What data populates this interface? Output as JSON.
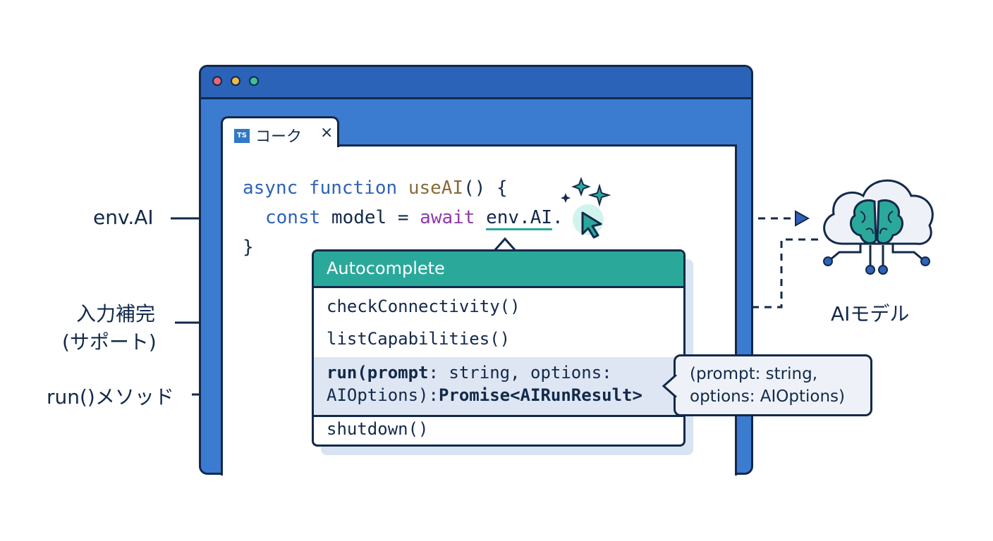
{
  "window": {
    "tab_icon": "TS",
    "tab_label": "コーク",
    "tab_close": "×"
  },
  "code": {
    "line1_kw": "async function",
    "line1_fn": "useAI",
    "line1_rest": "() {",
    "line2_kw": "const",
    "line2_mid": " model = ",
    "line2_await": "await",
    "line2_env": "env.AI",
    "line2_dot": ".",
    "line3": "}"
  },
  "autocomplete": {
    "title": "Autocomplete",
    "items": [
      "checkConnectivity()",
      "listCapabilities()",
      "shutdown()"
    ],
    "selected": {
      "line1_bold": "run(prompt",
      "line1_rest": ": string, options:",
      "line2_rest": "AIOptions):",
      "line2_bold": "Promise<AIRunResult>"
    }
  },
  "tooltip": {
    "line1": "(prompt: string,",
    "line2": "options: AIOptions)"
  },
  "labels": {
    "env_ai": "env.AI",
    "input_completion_line1": "入力補完",
    "input_completion_line2": "(サポート)",
    "run_method": "run()メソッド",
    "ai_model": "AIモデル"
  },
  "colors": {
    "window_blue": "#3b7bd0",
    "titlebar_blue": "#2a63b8",
    "outline_navy": "#13294b",
    "teal": "#2aa99b",
    "keyword_blue": "#2f62b8",
    "await_purple": "#8e3aa8"
  },
  "icons": [
    "traffic-light-dots",
    "typescript-icon",
    "close-icon",
    "cursor-arrow-icon",
    "sparkle-icon",
    "cloud-brain-icon"
  ]
}
